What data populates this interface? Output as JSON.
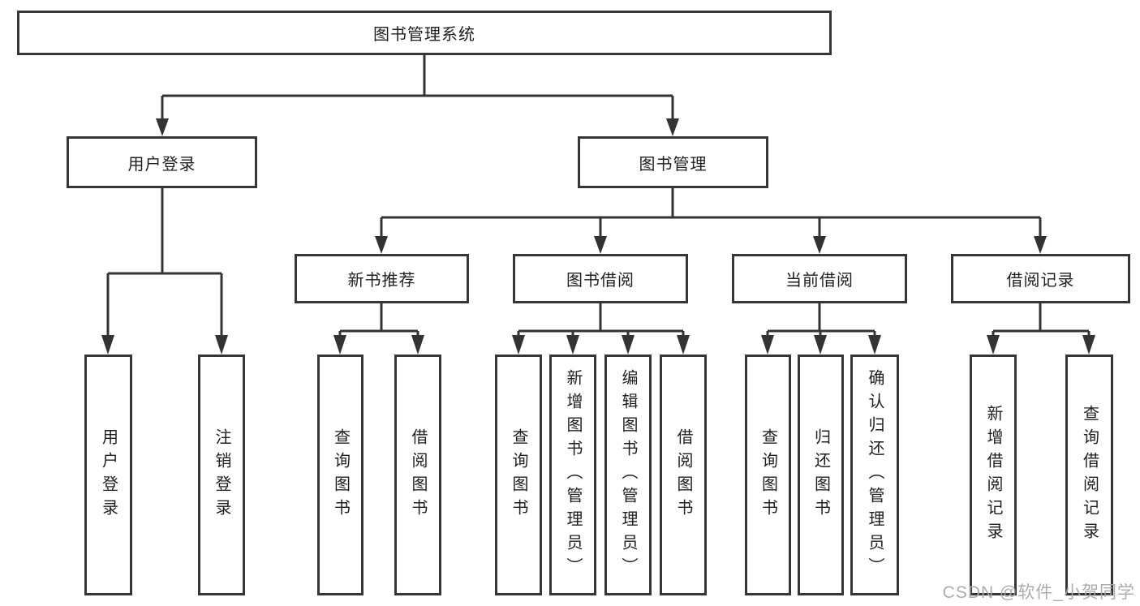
{
  "watermark": "CSDN @软件_小贺同学",
  "colors": {
    "line": "#333333",
    "box_border": "#363636",
    "text": "#1f1f1f",
    "watermark": "#a8a8a8",
    "background": "#ffffff"
  },
  "root": {
    "label": "图书管理系统"
  },
  "user_login": {
    "label": "用户登录",
    "login": "用户登录",
    "logout": "注销登录"
  },
  "book_mgmt": {
    "label": "图书管理",
    "new_book_rec": {
      "label": "新书推荐",
      "query": "查询图书",
      "borrow": "借阅图书"
    },
    "book_borrow": {
      "label": "图书借阅",
      "query": "查询图书",
      "add": "新增图书（管理员）",
      "edit": "编辑图书（管理员）",
      "borrow": "借阅图书"
    },
    "current_borrow": {
      "label": "当前借阅",
      "query": "查询图书",
      "return": "归还图书",
      "confirm": "确认归还（管理员）"
    },
    "borrow_records": {
      "label": "借阅记录",
      "add": "新增借阅记录",
      "query": "查询借阅记录"
    }
  }
}
